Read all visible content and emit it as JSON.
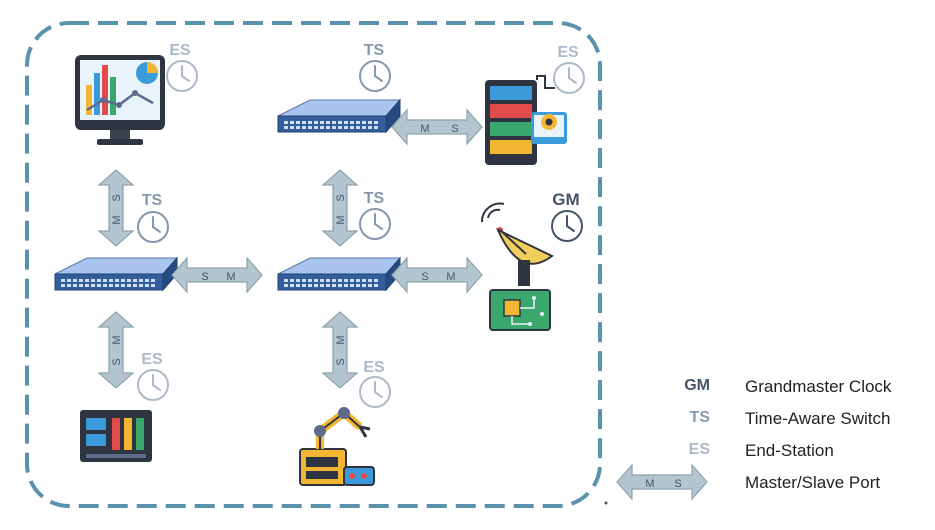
{
  "colors": {
    "border": "#5a92ad",
    "arrow_fill": "#b3c6cf",
    "arrow_stroke": "#8ca3ad",
    "gm": "#44546a",
    "ts": "#8497b0",
    "es": "#adb9ca",
    "switch_top": "#9ab6e6",
    "switch_body": "#355e9a"
  },
  "labels": {
    "es": "ES",
    "ts": "TS",
    "gm": "GM",
    "m": "M",
    "s": "S"
  },
  "legend": {
    "items": [
      {
        "key": "GM",
        "desc": "Grandmaster Clock"
      },
      {
        "key": "TS",
        "desc": "Time-Aware Switch"
      },
      {
        "key": "ES",
        "desc": "End-Station"
      },
      {
        "key_arrow": true,
        "desc": "Master/Slave Port"
      }
    ]
  },
  "icons": {
    "monitor": "analytics-monitor-icon",
    "server": "server-rack-icon",
    "antenna": "satellite-antenna-icon",
    "board": "circuit-board-icon",
    "panel": "control-panel-icon",
    "robot": "robot-arm-icon",
    "clock": "clock-icon",
    "switch": "network-switch-icon"
  }
}
